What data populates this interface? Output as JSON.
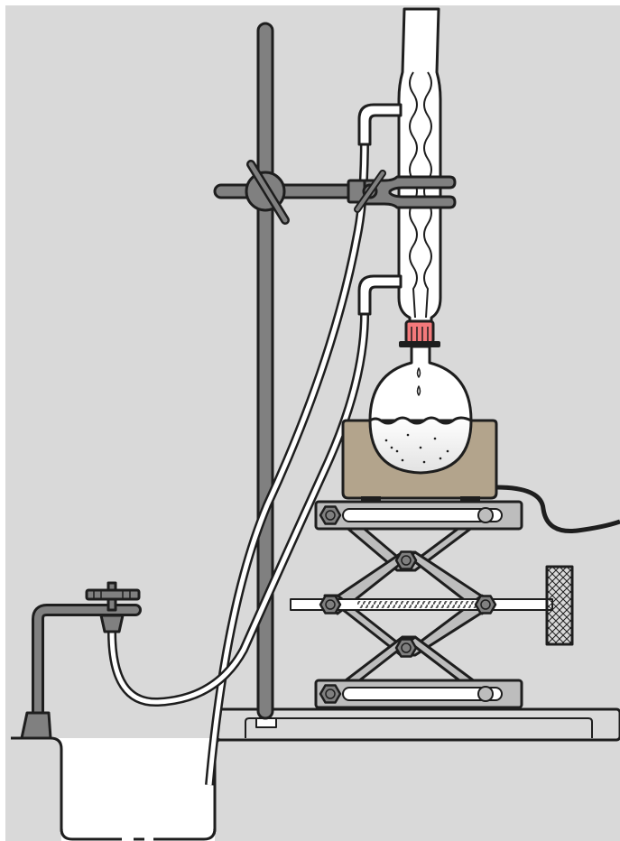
{
  "diagram": {
    "subject": "reflux-apparatus",
    "colors": {
      "background": "#d9d9d9",
      "white": "#ffffff",
      "outline": "#1e1e1e",
      "metal": "#808080",
      "metal_light": "#bdbdbd",
      "heater_body": "#b3a48c",
      "liquid": "#f2f2f2",
      "clip": "#f4797b",
      "bench": "#d9d9d9"
    },
    "parts": [
      "background-panel",
      "retort-stand-rod",
      "boss-head-clamp",
      "condenser-clamp",
      "reflux-condenser",
      "water-inlet-hose",
      "water-outlet-hose",
      "keck-clip",
      "round-bottom-flask",
      "boiling-liquid",
      "heating-mantle",
      "power-cable",
      "lab-jack",
      "lab-jack-adjust-knob",
      "water-tap",
      "bench-sink",
      "stand-base"
    ]
  }
}
